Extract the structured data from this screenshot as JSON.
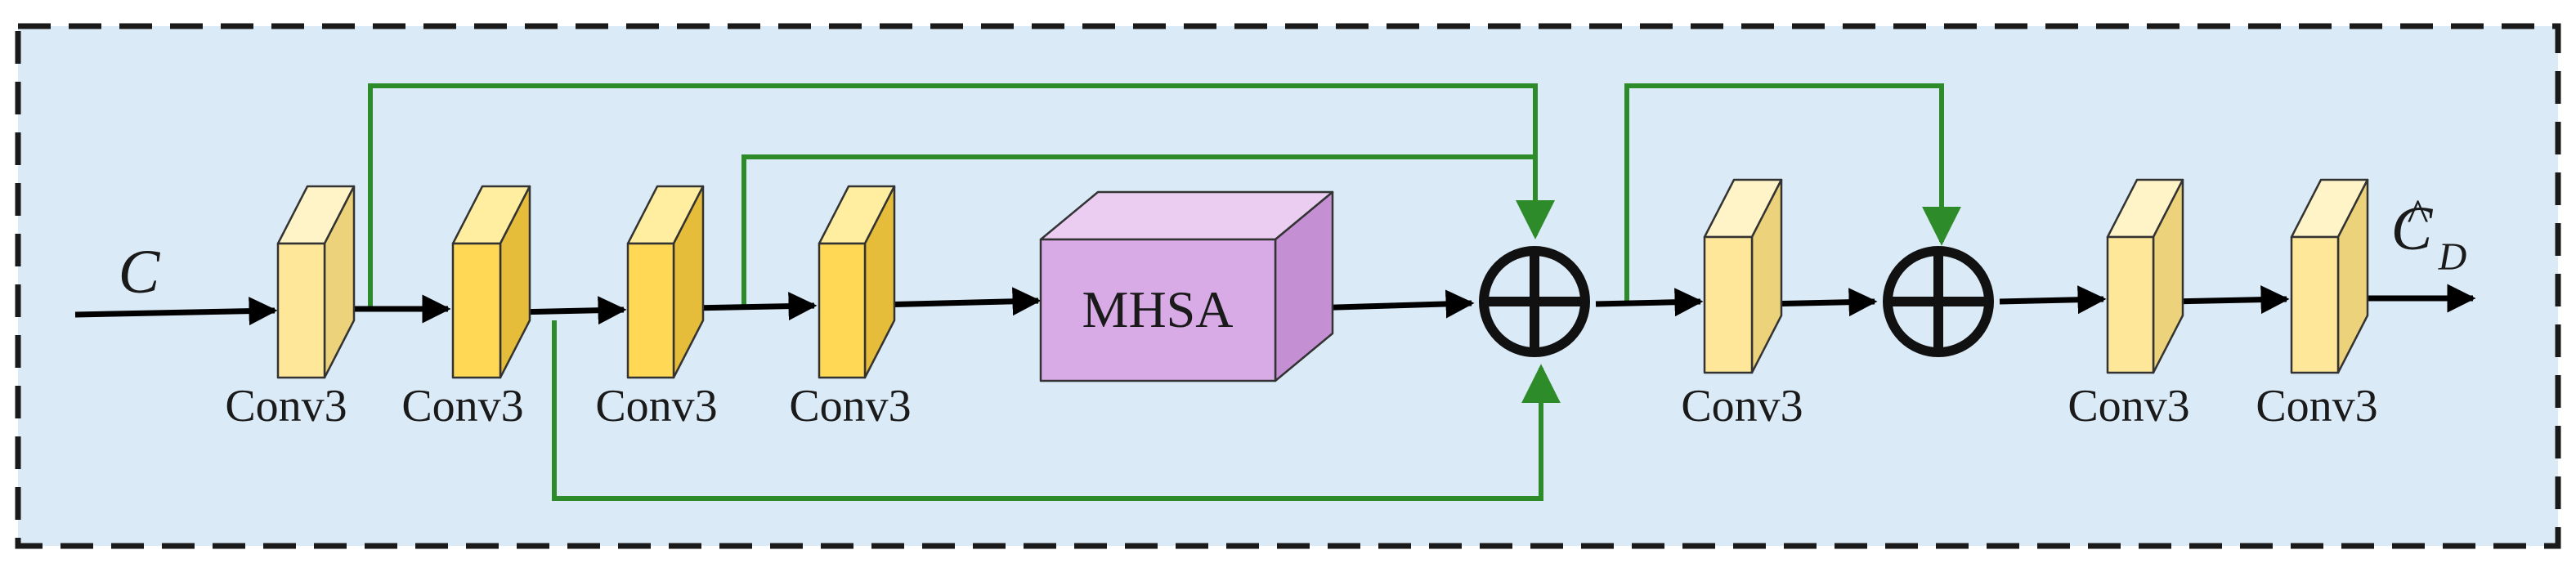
{
  "blocks": {
    "conv1": "Conv3",
    "conv2": "Conv3",
    "conv3": "Conv3",
    "conv4": "Conv3",
    "mhsa": "MHSA",
    "conv5": "Conv3",
    "conv6": "Conv3",
    "conv7": "Conv3"
  },
  "input_label": "C",
  "output_label": {
    "base": "C",
    "accent": "^",
    "subscript": "D"
  },
  "colors": {
    "background": "#daeaf6",
    "frame": "#1a1a1a",
    "skip_connection": "#2e8b2a",
    "main_arrow": "#000000",
    "conv_light_front": "#ffe79a",
    "conv_dark_front": "#ffd955",
    "mhsa_front": "#d9abe6"
  }
}
